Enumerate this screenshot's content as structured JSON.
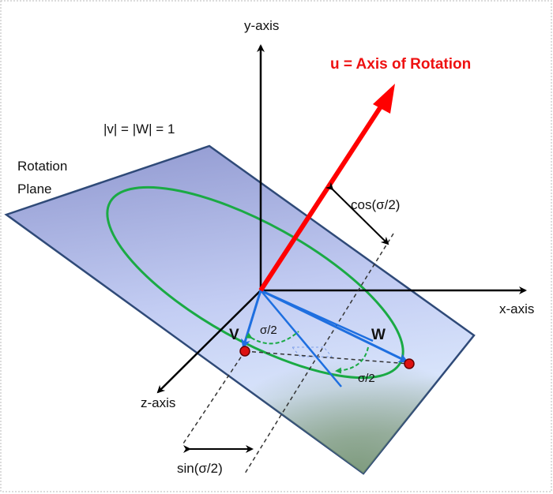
{
  "labels": {
    "y_axis": "y-axis",
    "x_axis": "x-axis",
    "z_axis": "z-axis",
    "axis_of_rotation": "u = Axis of Rotation",
    "unit_norm": "|v| = |W| = 1",
    "rotation_plane_line1": "Rotation",
    "rotation_plane_line2": "Plane",
    "cos_half": "cos(σ/2)",
    "sin_half": "sin(σ/2)",
    "v_label": "V",
    "w_label": "W",
    "sigma_half_left": "σ/2",
    "sigma_half_right": "σ/2"
  },
  "colors": {
    "axis_of_rotation": "#ff0000",
    "axis_label": "#ee1111",
    "vectors": "#1e6fe0",
    "circle": "#1aaa44",
    "angle_arcs": "#1aaa44",
    "points": "#dd1111",
    "plane_edge": "#2f4a78",
    "plane_fill_top": "#8f97cf",
    "plane_fill_bottom": "#d8e4fb",
    "axes": "#000000"
  }
}
